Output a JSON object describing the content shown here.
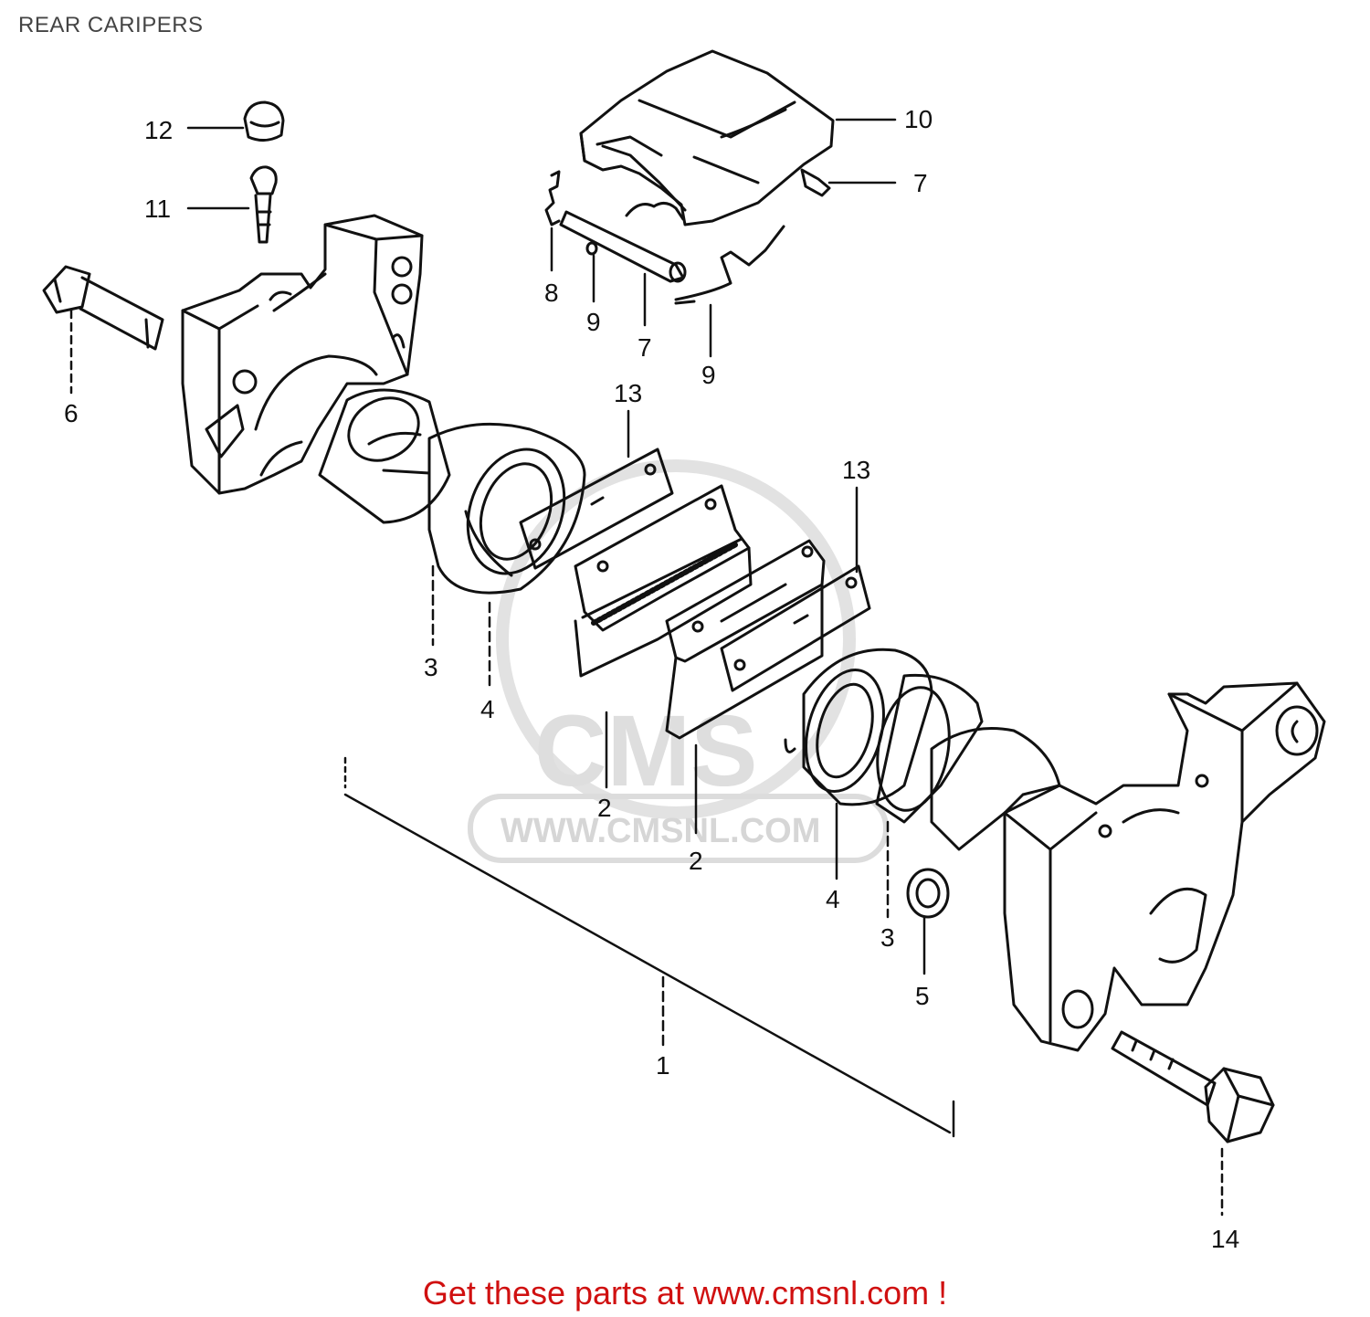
{
  "page": {
    "title": "REAR CARIPERS",
    "footer": "Get these parts at www.cmsnl.com !"
  },
  "watermark": {
    "logo": "CMS",
    "url": "WWW.CMSNL.COM"
  },
  "callouts": {
    "c1": "1",
    "c2a": "2",
    "c2b": "2",
    "c3a": "3",
    "c3b": "3",
    "c4a": "4",
    "c4b": "4",
    "c5": "5",
    "c6": "6",
    "c7a": "7",
    "c7b": "7",
    "c8": "8",
    "c9a": "9",
    "c9b": "9",
    "c10": "10",
    "c11": "11",
    "c12": "12",
    "c13a": "13",
    "c13b": "13",
    "c14": "14"
  },
  "colors": {
    "line": "#111111",
    "footer": "#d01010",
    "watermark": "#d8d8d8"
  }
}
